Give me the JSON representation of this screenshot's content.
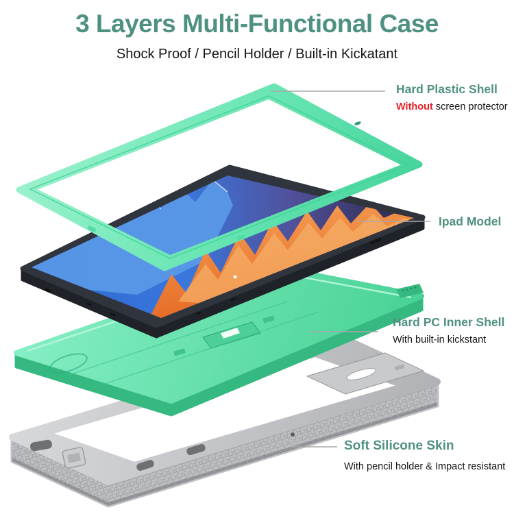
{
  "header": {
    "title": "3 Layers Multi-Functional Case",
    "subtitle": "Shock Proof / Pencil Holder / Built-in Kickatant"
  },
  "annotations": {
    "hard_plastic_shell": {
      "label": "Hard Plastic Shell",
      "note_highlight": "Without",
      "note_rest": " screen protector"
    },
    "ipad_model": {
      "label": "Ipad Model"
    },
    "hard_pc_inner_shell": {
      "label": "Hard PC Inner Shell",
      "note": "With built-in kickstant"
    },
    "soft_silicone_skin": {
      "label": "Soft Silicone Skin",
      "note": "With pencil holder & Impact resistant"
    }
  },
  "colors": {
    "heading_teal": "#4f9181",
    "alert_red": "#e31e24",
    "case_mint": "#5fe0aa",
    "silicone_gray": "#c6c7c9",
    "tablet_body": "#30343c",
    "leader_line_gray": "#a8a8a8"
  }
}
